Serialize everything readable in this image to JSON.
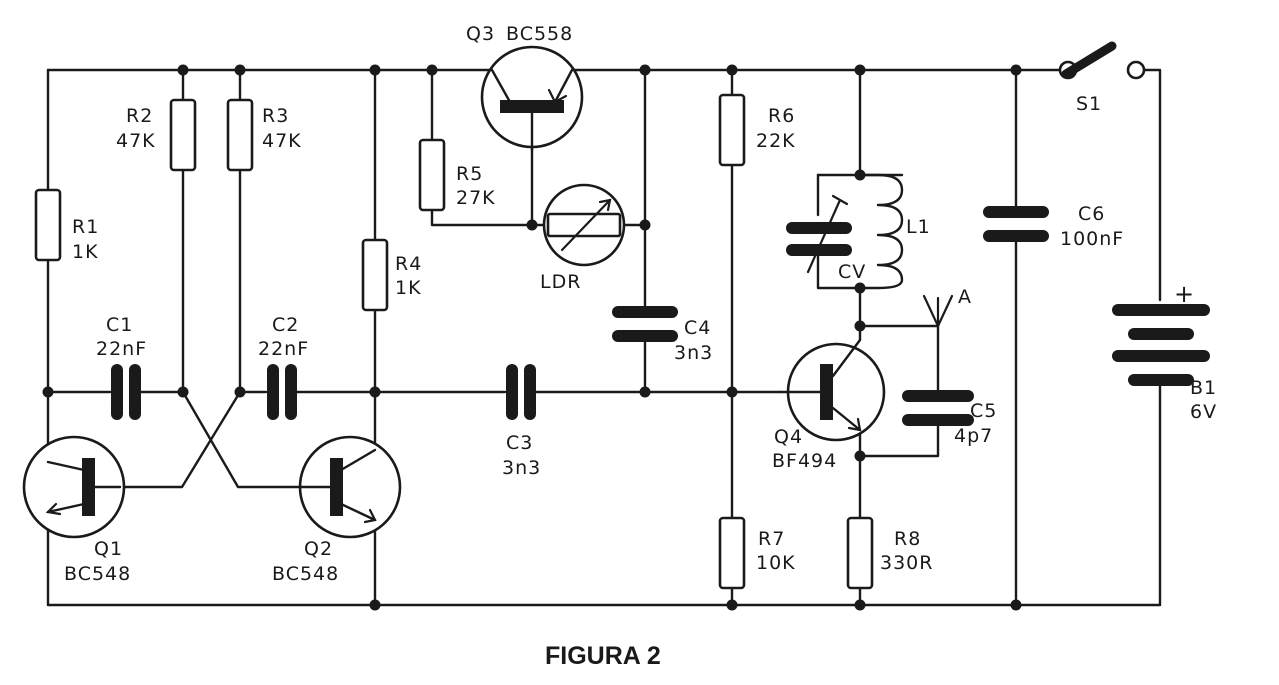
{
  "figure_caption": "FIGURA 2",
  "components": {
    "r1": {
      "ref": "R1",
      "value": "1K"
    },
    "r2": {
      "ref": "R2",
      "value": "47K"
    },
    "r3": {
      "ref": "R3",
      "value": "47K"
    },
    "r4": {
      "ref": "R4",
      "value": "1K"
    },
    "r5": {
      "ref": "R5",
      "value": "27K"
    },
    "r6": {
      "ref": "R6",
      "value": "22K"
    },
    "r7": {
      "ref": "R7",
      "value": "10K"
    },
    "r8": {
      "ref": "R8",
      "value": "330R"
    },
    "c1": {
      "ref": "C1",
      "value": "22nF"
    },
    "c2": {
      "ref": "C2",
      "value": "22nF"
    },
    "c3": {
      "ref": "C3",
      "value": "3n3"
    },
    "c4": {
      "ref": "C4",
      "value": "3n3"
    },
    "c5": {
      "ref": "C5",
      "value": "4p7"
    },
    "c6": {
      "ref": "C6",
      "value": "100nF"
    },
    "q1": {
      "ref": "Q1",
      "value": "BC548"
    },
    "q2": {
      "ref": "Q2",
      "value": "BC548"
    },
    "q3": {
      "ref": "Q3",
      "value": "BC558"
    },
    "q4": {
      "ref": "Q4",
      "value": "BF494"
    },
    "ldr": {
      "ref": "LDR"
    },
    "l1": {
      "ref": "L1"
    },
    "cv": {
      "ref": "CV"
    },
    "s1": {
      "ref": "S1"
    },
    "b1": {
      "ref": "B1",
      "value": "6V",
      "polarity": "+"
    },
    "antenna": {
      "ref": "A"
    }
  }
}
